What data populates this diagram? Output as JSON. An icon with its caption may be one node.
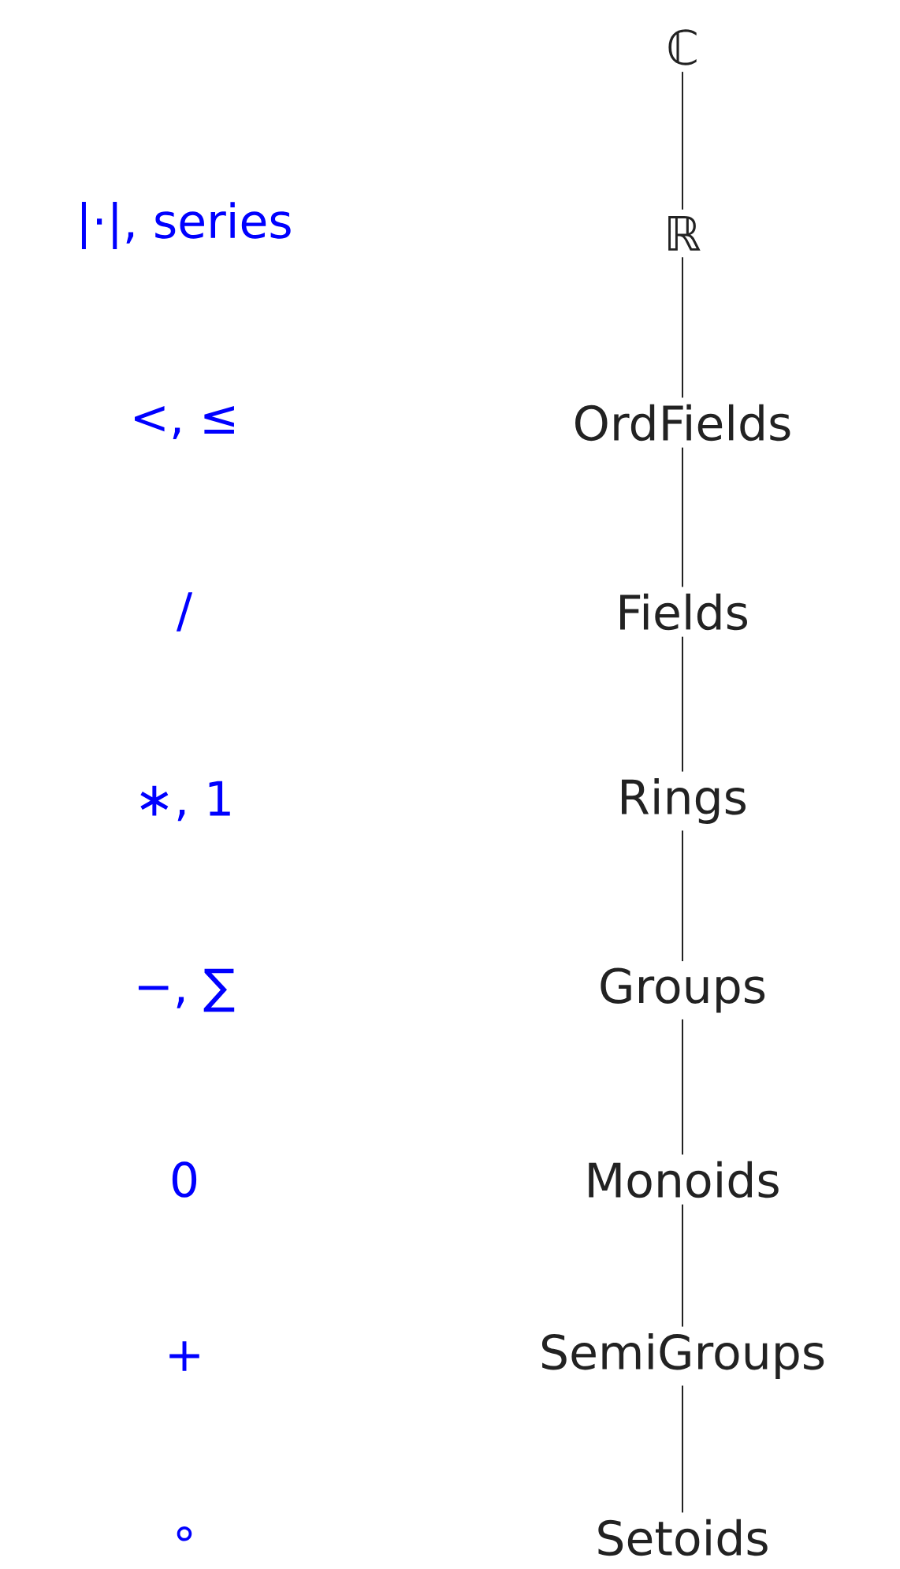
{
  "diagram": {
    "nodes": [
      {
        "text": [
          "ℂ"
        ]
      },
      {
        "text": [
          "ℝ"
        ]
      },
      {
        "text": [
          "OrdFields"
        ]
      },
      {
        "text": [
          "Fields"
        ]
      },
      {
        "text": [
          "Rings"
        ]
      },
      {
        "text": [
          "Groups"
        ]
      },
      {
        "text": [
          "Monoids"
        ]
      },
      {
        "text": [
          "SemiGroups"
        ]
      },
      {
        "text": [
          "Setoids"
        ]
      }
    ],
    "edges": [
      {
        "from": 0,
        "to": 1,
        "arrow": "none"
      },
      {
        "from": 1,
        "to": 2,
        "arrow": "none"
      },
      {
        "from": 2,
        "to": 3,
        "arrow": "none"
      },
      {
        "from": 3,
        "to": 4,
        "arrow": "none"
      },
      {
        "from": 4,
        "to": 5,
        "arrow": "none"
      },
      {
        "from": 5,
        "to": 6,
        "arrow": "none"
      },
      {
        "from": 6,
        "to": 7,
        "arrow": "none"
      },
      {
        "from": 7,
        "to": 8,
        "arrow": "none"
      }
    ],
    "labels": [
      "|·|, series",
      "<, ≤",
      "/",
      "∗, 1",
      "−, ∑",
      "0",
      "+",
      "∘"
    ]
  }
}
